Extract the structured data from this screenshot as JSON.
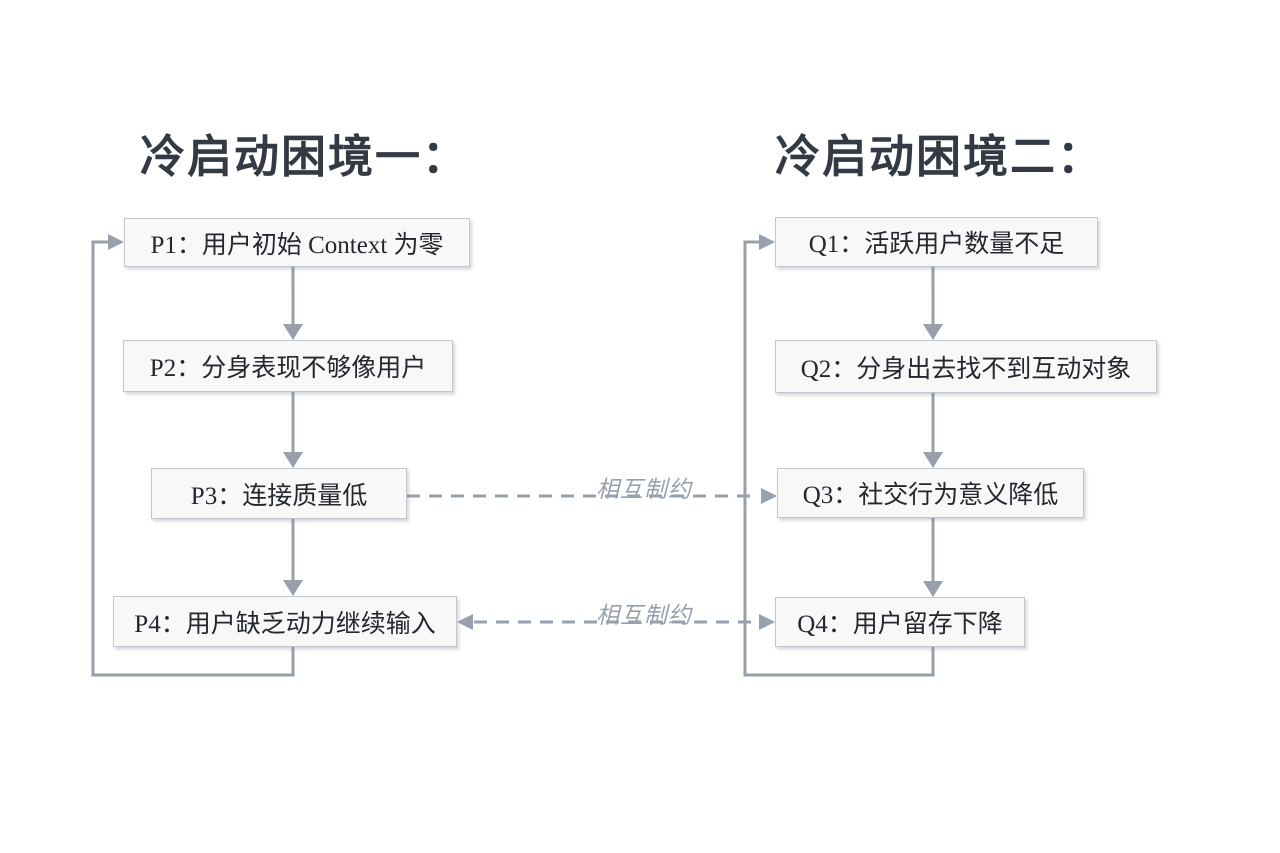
{
  "colors": {
    "background": "#ffffff",
    "title_text": "#343a43",
    "box_fill": "#f8f8f9",
    "box_border": "#c2c7ce",
    "box_text": "#24282e",
    "line": "#98a1ab",
    "label_text": "#98a1ab"
  },
  "left_column": {
    "title": "冷启动困境一：",
    "boxes": [
      {
        "id": "P1",
        "label": "P1：用户初始 Context 为零"
      },
      {
        "id": "P2",
        "label": "P2：分身表现不够像用户"
      },
      {
        "id": "P3",
        "label": "P3：连接质量低"
      },
      {
        "id": "P4",
        "label": "P4：用户缺乏动力继续输入"
      }
    ],
    "loop": "P4 → P1"
  },
  "right_column": {
    "title": "冷启动困境二：",
    "boxes": [
      {
        "id": "Q1",
        "label": "Q1：活跃用户数量不足"
      },
      {
        "id": "Q2",
        "label": "Q2：分身出去找不到互动对象"
      },
      {
        "id": "Q3",
        "label": "Q3：社交行为意义降低"
      },
      {
        "id": "Q4",
        "label": "Q4：用户留存下降"
      }
    ],
    "loop": "Q4 → Q1"
  },
  "relations": {
    "constraint_label_1": "相互制约",
    "constraint_label_2": "相互制约"
  }
}
